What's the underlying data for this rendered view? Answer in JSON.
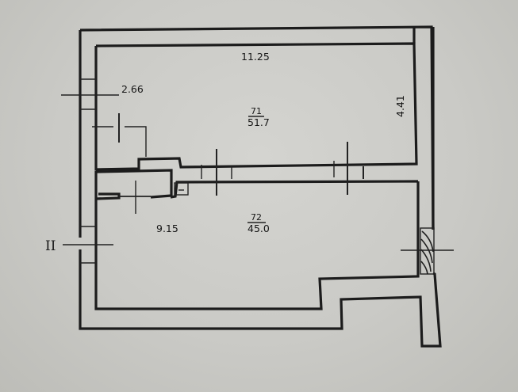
{
  "plan": {
    "rooms": [
      {
        "id": "room-71",
        "number": "71",
        "area": "51.7"
      },
      {
        "id": "room-72",
        "number": "72",
        "area": "45.0"
      }
    ],
    "dimensions": {
      "top_length": "11.25",
      "left_small": "2.66",
      "right_height": "4.41",
      "lower_left": "9.15"
    },
    "section_marker": "II",
    "colors": {
      "paper": "#cacac6",
      "ink": "#1c1c1c"
    }
  }
}
